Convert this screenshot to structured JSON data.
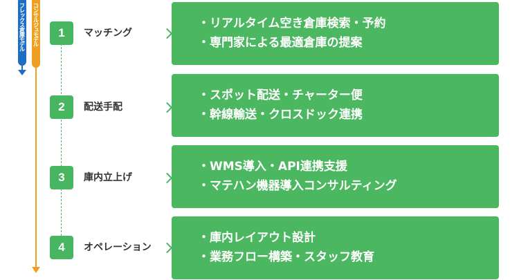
{
  "models": {
    "flex_label": "フレックス倉庫モデル",
    "consulting_label": "コンサルジュモデル",
    "flex_color": "#1e6fc4",
    "consulting_color": "#f0a020"
  },
  "accent_color": "#48b560",
  "steps": [
    {
      "number": "1",
      "title": "マッチング",
      "lines": [
        "・リアルタイム空き倉庫検索・予約",
        "・専門家による最適倉庫の提案"
      ]
    },
    {
      "number": "2",
      "title": "配送手配",
      "lines": [
        "・スポット配送・チャーター便",
        "・幹線輸送・クロスドック連携"
      ]
    },
    {
      "number": "3",
      "title": "庫内立上げ",
      "lines": [
        "・WMS導入・API連携支援",
        "・マテハン機器導入コンサルティング"
      ]
    },
    {
      "number": "4",
      "title": "オペレーション",
      "lines": [
        "・庫内レイアウト設計",
        "・業務フロー構築・スタッフ教育"
      ]
    }
  ]
}
